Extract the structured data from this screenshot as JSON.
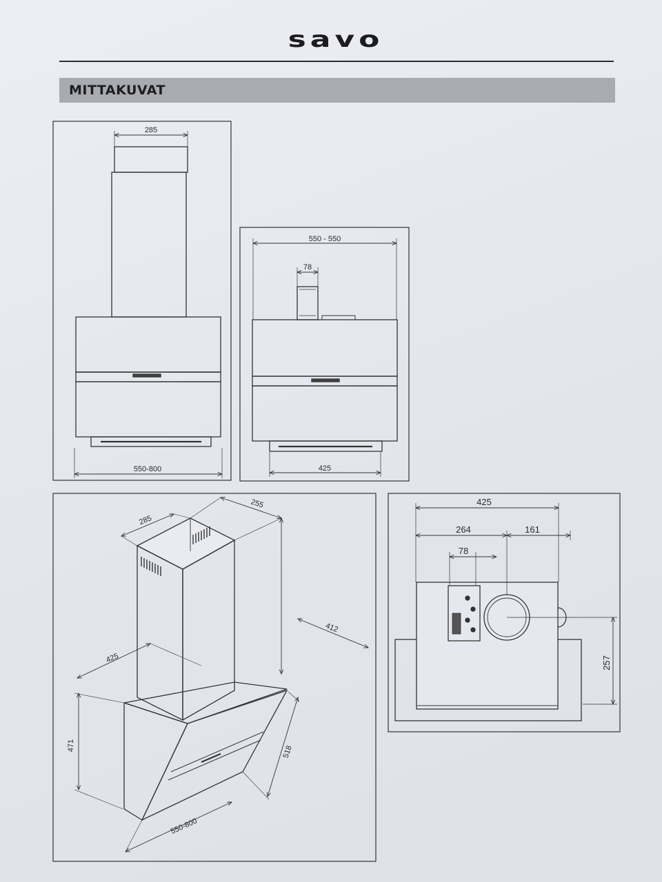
{
  "brand": {
    "logo_text": "savo"
  },
  "section": {
    "title": "MITTAKUVAT"
  },
  "front_view": {
    "chimney_width": "285",
    "hood_width": "550-800"
  },
  "side_view": {
    "total_width": "550 - 550",
    "outlet_width": "78",
    "base_width": "425"
  },
  "iso_view": {
    "chimney_width": "285",
    "chimney_depth": "255",
    "depth": "412",
    "body_width": "425",
    "height": "471",
    "glass_length": "518",
    "width": "550-800"
  },
  "top_view": {
    "total_width": "425",
    "left_offset": "264",
    "right_offset": "161",
    "outlet_width": "78",
    "depth": "257"
  }
}
